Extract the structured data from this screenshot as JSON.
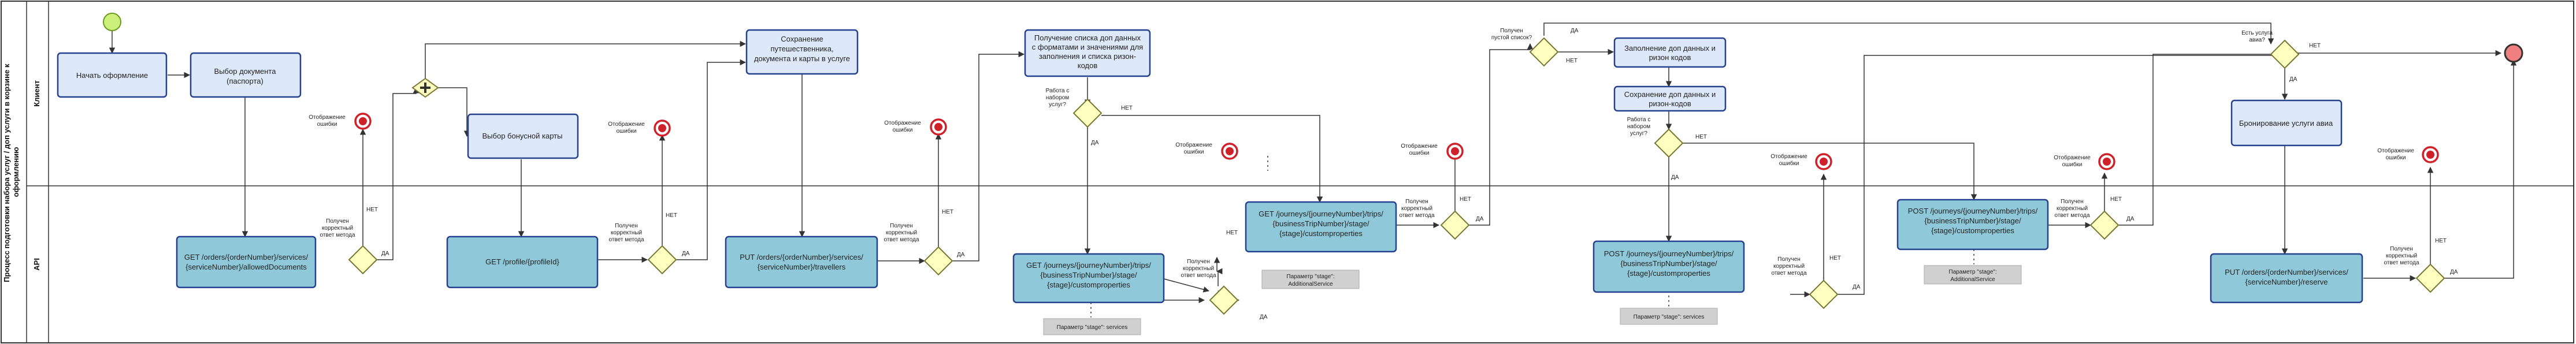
{
  "pool": {
    "title_line1": "Процесс подготовки набора услуг / доп услуги в корзине к",
    "title_line2": "оформлению",
    "lanes": {
      "client": "Клиент",
      "api": "API"
    }
  },
  "tasks": {
    "start_order": "Начать оформление",
    "select_doc_1": "Выбор документа",
    "select_doc_2": "(паспорта)",
    "bonus_card": "Выбор бонусной карты",
    "save_1": "Сохранение",
    "save_2": "путешественника,",
    "save_3": "документа и карты в услуге",
    "get_list_1": "Получение списка доп данных",
    "get_list_2": "с форматами и значениями для",
    "get_list_3": "заполнения и списка ризон-",
    "get_list_4": "кодов",
    "fill_1": "Заполнение доп данных и",
    "fill_2": "ризон кодов",
    "save_extra_1": "Сохранение доп данных и",
    "save_extra_2": "ризон-кодов",
    "book_1": "Бронирование услуги авиа"
  },
  "api": {
    "get_allowed_1": "GET /orders/{orderNumber}/services/",
    "get_allowed_2": "{serviceNumber}/allowedDocuments",
    "get_profile": "GET /profile/{profileId}",
    "put_travellers_1": "PUT /orders/{orderNumber}/services/",
    "put_travellers_2": "{serviceNumber}/travellers",
    "get_props_1": "GET /journeys/{journeyNumber}/trips/",
    "get_props_2": "{businessTripNumber}/stage/",
    "get_props_3": "{stage}/customproperties",
    "post_props_1": "POST /journeys/{journeyNumber}/trips/",
    "post_props_2": "{businessTripNumber}/stage/",
    "post_props_3": "{stage}/customproperties",
    "put_reserve_1": "PUT /orders/{orderNumber}/services/",
    "put_reserve_2": "{serviceNumber}/reserve"
  },
  "notes": {
    "services": "Параметр \"stage\": services",
    "additional_1": "Параметр \"stage\":",
    "additional_2": "AdditionalService"
  },
  "labels": {
    "error_1": "Отображение",
    "error_2": "ошибки",
    "got_1": "Получен",
    "got_2": "корректный",
    "got_3": "ответ метода",
    "yes": "ДА",
    "no": "НЕТ",
    "work_1": "Работа с",
    "work_2": "набором",
    "work_3": "услуг?",
    "empty_1": "Получен",
    "empty_2": "пустой список?",
    "is_air_1": "Есть услуга",
    "is_air_2": "авиа?"
  },
  "colors": {
    "task_fill": "#dde8f8",
    "task_stroke": "#24408e",
    "api_fill": "#8fc9d9",
    "gateway_fill": "#ffffc0",
    "start_fill": "#ccf07a",
    "end_fill": "#f08080",
    "error_red": "#d0202a"
  }
}
